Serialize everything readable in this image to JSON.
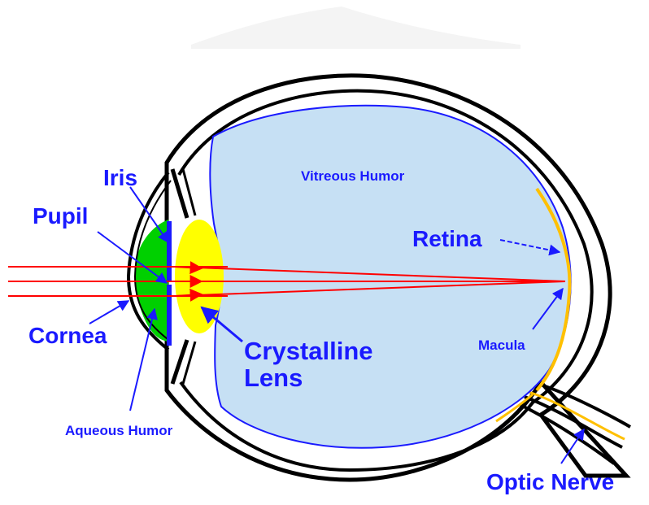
{
  "labels": {
    "vitreous_humor": "Vitreous Humor",
    "iris": "Iris",
    "pupil": "Pupil",
    "retina": "Retina",
    "cornea": "Cornea",
    "crystalline_line1": "Crystalline",
    "crystalline_line2": "Lens",
    "macula": "Macula",
    "aqueous_humor": "Aqueous Humor",
    "optic_nerve": "Optic Nerve"
  },
  "colors": {
    "label": "#1a1aff",
    "vitreous": "#c6e0f4",
    "vitreous_edge": "#1a1aff",
    "aqueous": "#00d000",
    "lens": "#ffff00",
    "retina": "#ffc000",
    "light_ray": "#ff0000",
    "outline": "#000000",
    "iris": "#1a1aff"
  }
}
